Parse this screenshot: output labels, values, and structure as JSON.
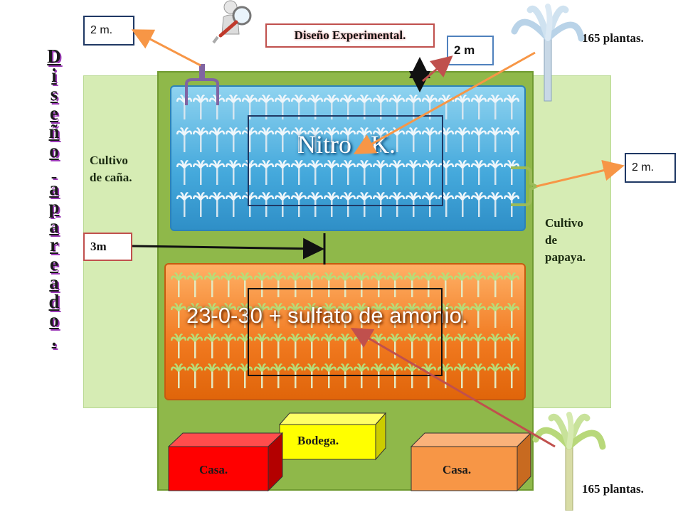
{
  "title": "Diseño Experimental.",
  "side_title_lines": [
    "D",
    "i",
    "s",
    "e",
    "ñ",
    "o",
    "",
    "a",
    "p",
    "a",
    "r",
    "e",
    "a",
    "d",
    "o",
    "."
  ],
  "left_crop": {
    "line1": "Cultivo",
    "line2": "de caña."
  },
  "right_crop": {
    "line1": "Cultivo",
    "line2": "de",
    "line3": "papaya."
  },
  "plot_top_label": "Nitro   K.",
  "plot_bottom_label": "23-0-30 + sulfato de amonio.",
  "callouts": {
    "top_left": "2 m.",
    "top_center": "2 m",
    "right": "2 m.",
    "left_mid": "3m"
  },
  "plant_counts": {
    "top": "165 plantas.",
    "bottom": "165 plantas."
  },
  "buildings": {
    "storage": "Bodega.",
    "house_left": "Casa.",
    "house_right": "Casa."
  },
  "colors": {
    "field": "#8fb84a",
    "plot_top": "#45a9dc",
    "plot_bottom": "#f0781e",
    "storage": "#ffff00",
    "house_left": "#ff0000",
    "house_right": "#f79646",
    "arrow_orange": "#f79646",
    "arrow_red": "#c0504d",
    "bracket": "#8064a2"
  },
  "icons": [
    "magnifier-person-icon",
    "banana-plant-icon",
    "papaya-plant-icon"
  ]
}
